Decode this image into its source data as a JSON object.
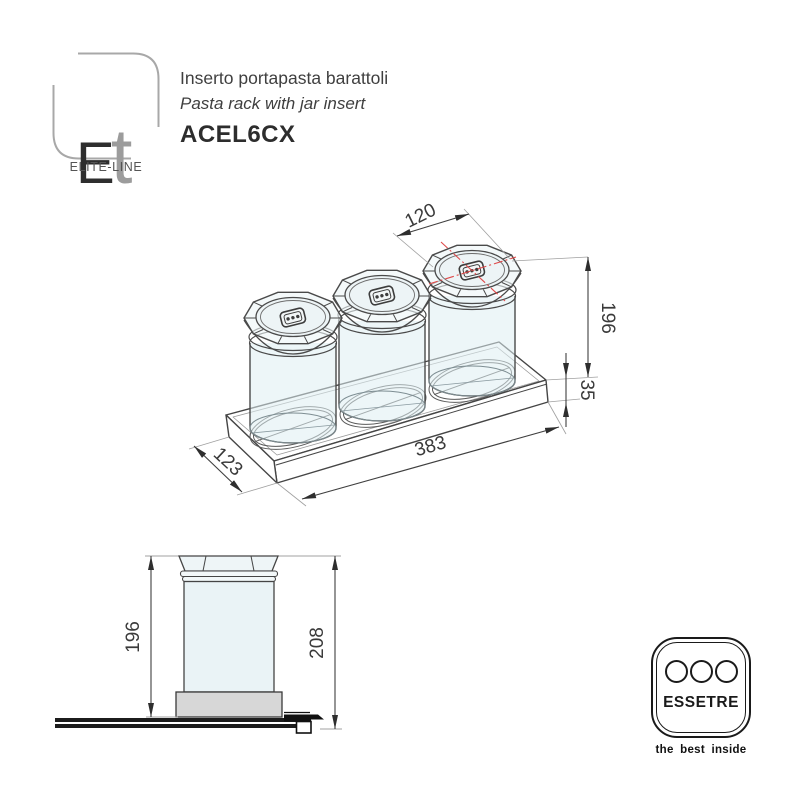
{
  "header": {
    "logo": {
      "letter_primary": "E",
      "letter_secondary": "t",
      "line_label": "ELITE-LINE"
    },
    "title_italian": "Inserto portapasta barattoli",
    "title_english": "Pasta rack with jar insert",
    "product_code": "ACEL6CX"
  },
  "iso_view": {
    "dims": {
      "jar_diameter": "120",
      "jar_height": "196",
      "base_height": "35",
      "base_length": "383",
      "base_depth": "123"
    }
  },
  "side_view": {
    "dims": {
      "jar_height": "196",
      "total_height": "208"
    }
  },
  "manufacturer_logo": {
    "brand": "ESSETRE",
    "tagline": "the best inside"
  },
  "colors": {
    "line": "#454545",
    "thin_line": "#a0a0a0",
    "centerline_red": "#e04b4b",
    "glass_fill": "#e8f2f5",
    "base_gray": "#d7d7d7"
  }
}
